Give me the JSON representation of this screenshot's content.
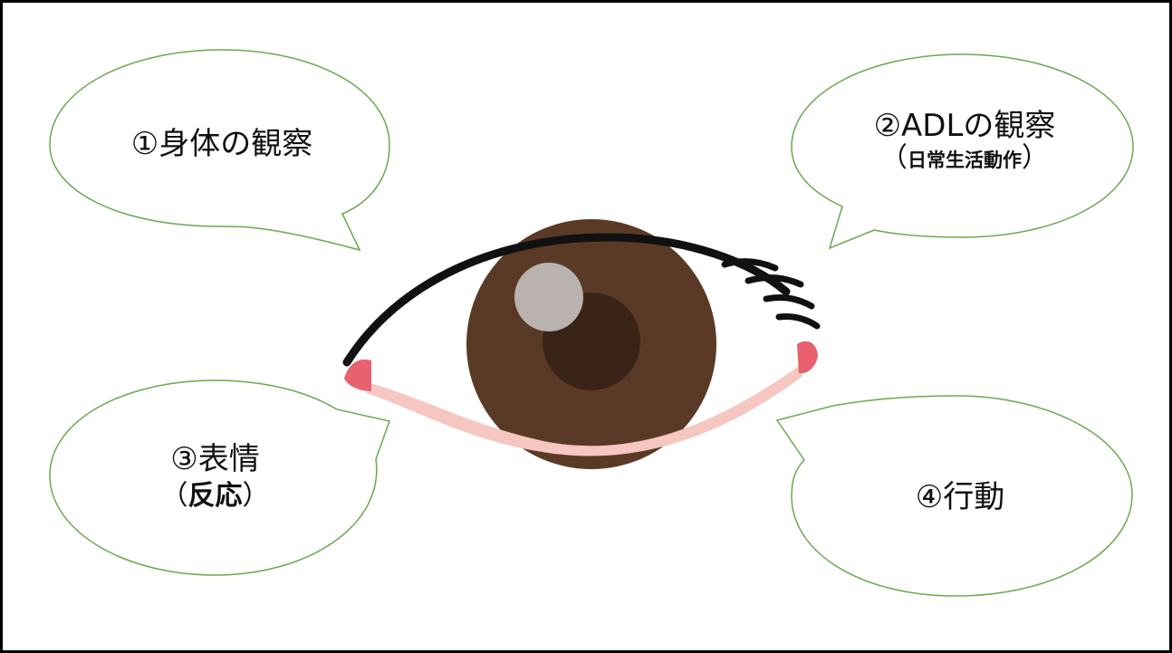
{
  "diagram": {
    "bubbles": [
      {
        "id": "body",
        "main": "①身体の観察",
        "sub": null
      },
      {
        "id": "adl",
        "main": "②ADLの観察",
        "sub": {
          "open": "（",
          "text": "日常生活動作",
          "close": "）"
        }
      },
      {
        "id": "expression",
        "main": "③表情",
        "sub": {
          "open": "（",
          "text": "反応",
          "close": "）"
        }
      },
      {
        "id": "action",
        "main": "④行動",
        "sub": null
      }
    ],
    "colors": {
      "bubble_outline": "#6aa84f",
      "frame": "#000000",
      "iris": "#5a3a26",
      "pupil": "#3a2418",
      "eyelash": "#111111",
      "tear_duct": "#e8616f",
      "lower_lid": "#f6c6c0"
    },
    "icons": [
      "eye-illustration"
    ]
  }
}
